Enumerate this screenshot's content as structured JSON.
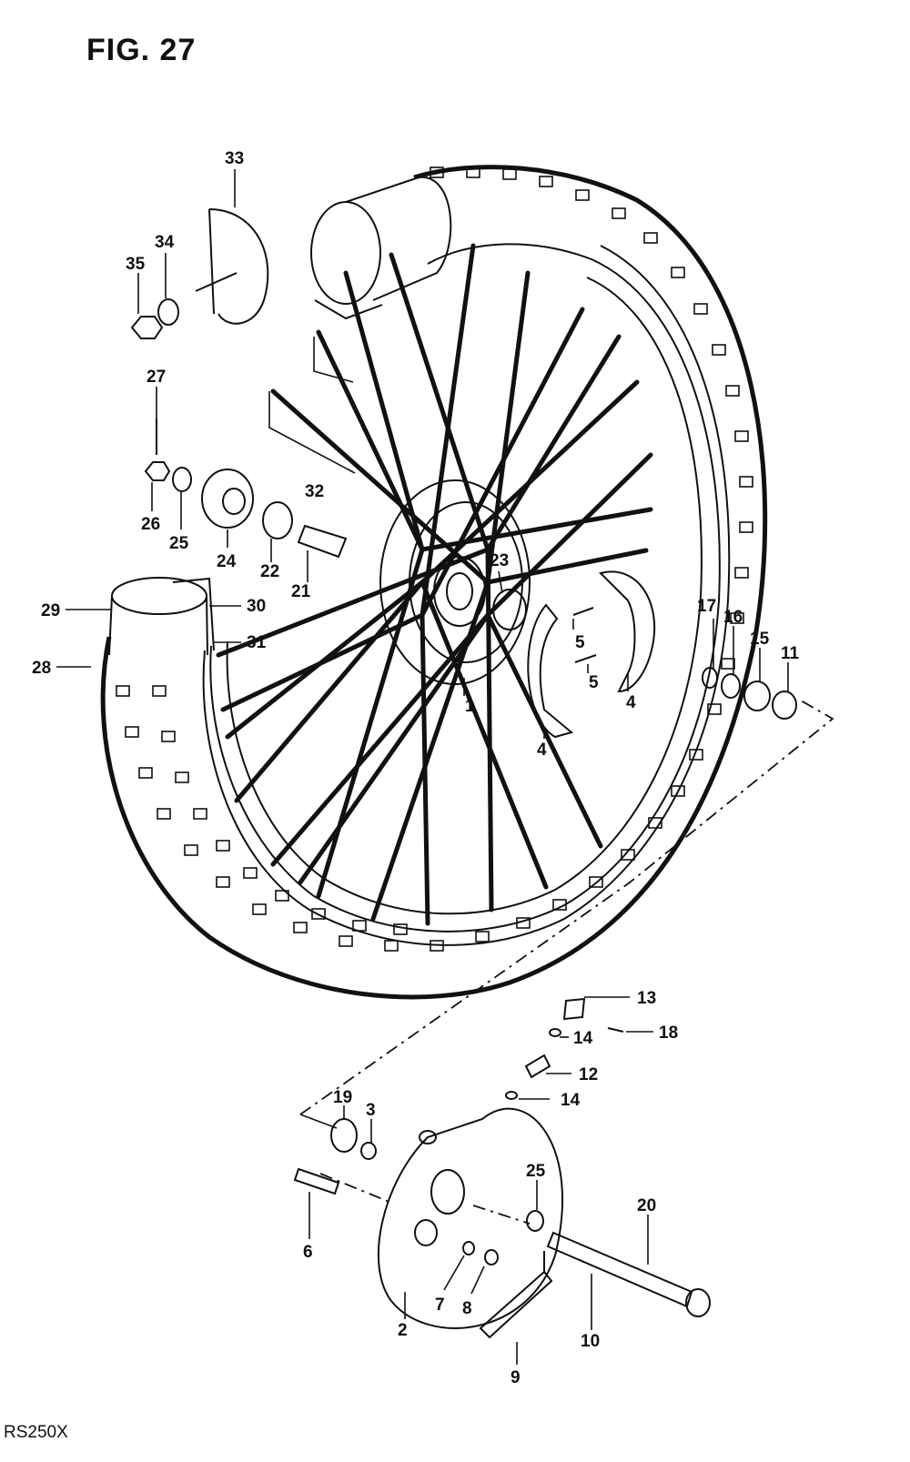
{
  "figure": {
    "title": "FIG. 27",
    "model": "RS250X"
  },
  "callouts": [
    {
      "id": "1",
      "label": "1"
    },
    {
      "id": "2",
      "label": "2"
    },
    {
      "id": "3",
      "label": "3"
    },
    {
      "id": "4a",
      "label": "4"
    },
    {
      "id": "4b",
      "label": "4"
    },
    {
      "id": "5a",
      "label": "5"
    },
    {
      "id": "5b",
      "label": "5"
    },
    {
      "id": "6",
      "label": "6"
    },
    {
      "id": "7",
      "label": "7"
    },
    {
      "id": "8",
      "label": "8"
    },
    {
      "id": "9",
      "label": "9"
    },
    {
      "id": "10",
      "label": "10"
    },
    {
      "id": "11",
      "label": "11"
    },
    {
      "id": "12",
      "label": "12"
    },
    {
      "id": "13",
      "label": "13"
    },
    {
      "id": "14a",
      "label": "14"
    },
    {
      "id": "14b",
      "label": "14"
    },
    {
      "id": "15",
      "label": "15"
    },
    {
      "id": "16",
      "label": "16"
    },
    {
      "id": "17",
      "label": "17"
    },
    {
      "id": "18",
      "label": "18"
    },
    {
      "id": "19",
      "label": "19"
    },
    {
      "id": "20",
      "label": "20"
    },
    {
      "id": "21",
      "label": "21"
    },
    {
      "id": "22",
      "label": "22"
    },
    {
      "id": "23",
      "label": "23"
    },
    {
      "id": "24",
      "label": "24"
    },
    {
      "id": "25a",
      "label": "25"
    },
    {
      "id": "25b",
      "label": "25"
    },
    {
      "id": "26",
      "label": "26"
    },
    {
      "id": "27",
      "label": "27"
    },
    {
      "id": "28",
      "label": "28"
    },
    {
      "id": "29",
      "label": "29"
    },
    {
      "id": "30",
      "label": "30"
    },
    {
      "id": "31",
      "label": "31"
    },
    {
      "id": "32",
      "label": "32"
    },
    {
      "id": "33",
      "label": "33"
    },
    {
      "id": "34",
      "label": "34"
    },
    {
      "id": "35",
      "label": "35"
    }
  ]
}
